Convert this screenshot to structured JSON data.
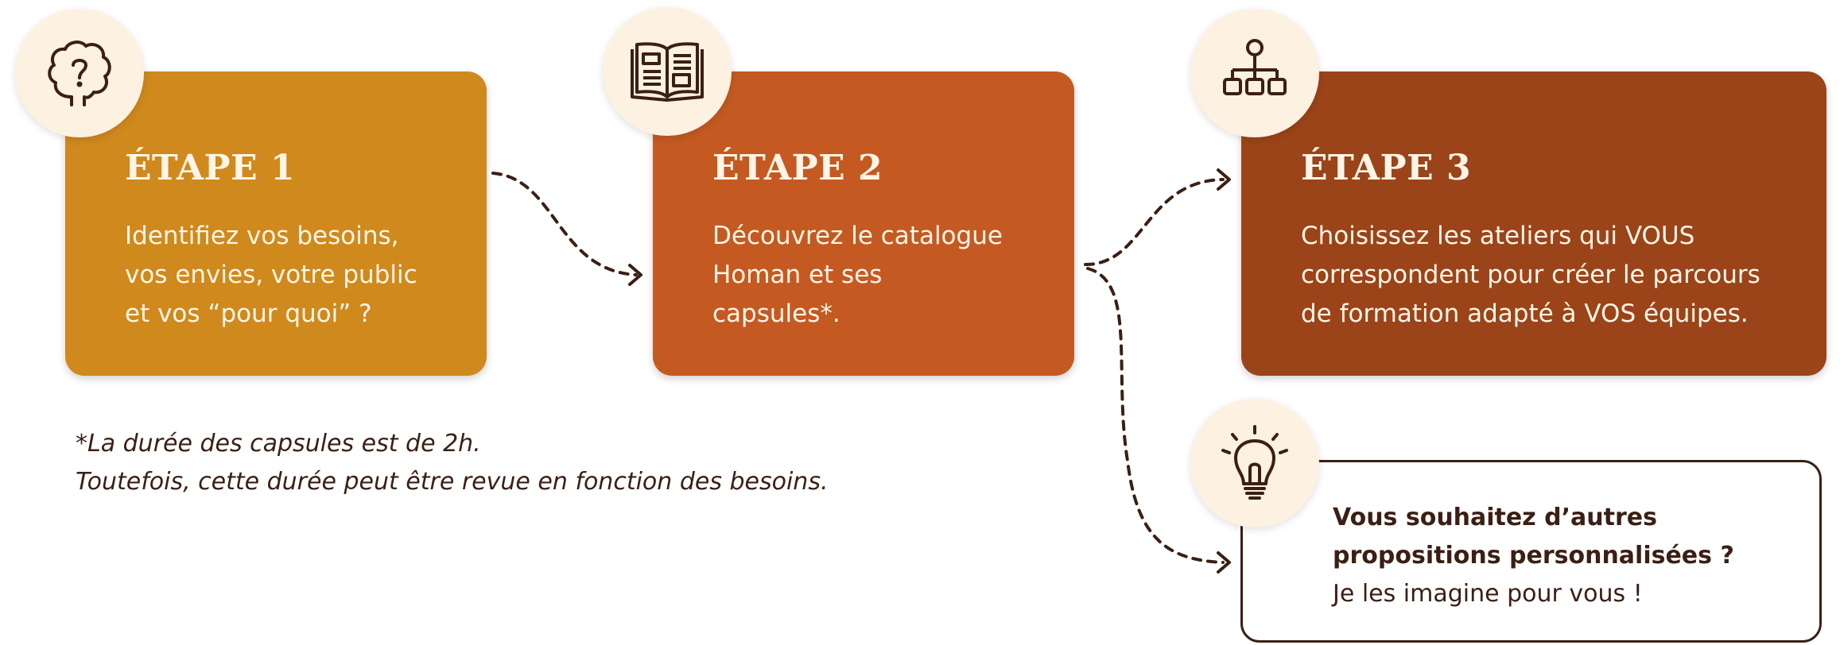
{
  "steps": [
    {
      "title": "ÉTAPE 1",
      "text": "Identifiez vos besoins,\nvos envies, votre public\net vos “pour quoi” ?",
      "icon": "brain-question-icon",
      "color": "#d0891d"
    },
    {
      "title": "ÉTAPE 2",
      "text": "Découvrez le catalogue\nHoman et ses\ncapsules*.",
      "icon": "open-book-icon",
      "color": "#c45a22"
    },
    {
      "title": "ÉTAPE 3",
      "text": "Choisissez les ateliers qui VOUS\ncorrespondent pour créer le parcours\nde formation adapté à VOS équipes.",
      "icon": "hierarchy-icon",
      "color": "#9b4419"
    }
  ],
  "note": {
    "line1": "*La durée des capsules est de 2h.",
    "line2": "Toutefois, cette durée peut être revue en fonction des besoins."
  },
  "extra": {
    "line1": "Vous souhaitez d’autres",
    "line2": "propositions personnalisées ?",
    "line3": "Je les imagine pour vous !",
    "icon": "lightbulb-icon"
  }
}
